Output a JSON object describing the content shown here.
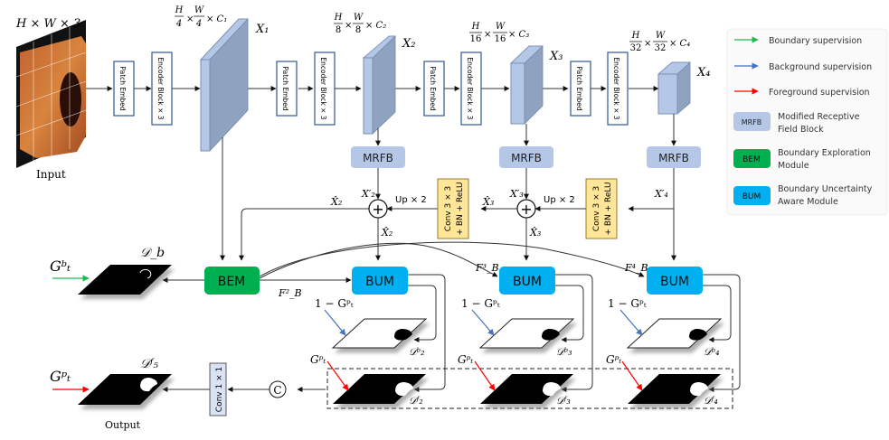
{
  "input": {
    "dims": "H × W × 3",
    "label": "Input"
  },
  "patch_embed_label": "Patch Embed",
  "encoder_label": "Encoder  Block × 3",
  "stages": [
    {
      "name": "X₁",
      "dims": "H/4 × W/4 × C₁"
    },
    {
      "name": "X₂",
      "dims": "H/8 × W/8 × C₂"
    },
    {
      "name": "X₃",
      "dims": "H/16 × W/16 × C₃"
    },
    {
      "name": "X₄",
      "dims": "H/32 × W/32 × C₄"
    }
  ],
  "frac": {
    "s1": {
      "h": "H",
      "w": "W",
      "d": "4",
      "c": "× C₁"
    },
    "s2": {
      "h": "H",
      "w": "W",
      "d": "8",
      "c": "× C₂"
    },
    "s3": {
      "h": "H",
      "w": "W",
      "d": "16",
      "c": "× C₃"
    },
    "s4": {
      "h": "H",
      "w": "W",
      "d": "32",
      "c": "× C₄"
    },
    "x": "×"
  },
  "mrfb_label": "MRFB",
  "conv_label_1": "Conv 3 × 3",
  "conv_label_2": "+ BN + ReLU",
  "up_label": "Up × 2",
  "vars": {
    "x2p": "X′₂",
    "x3p": "X′₃",
    "x4p": "X′₄",
    "x2h": "X̂₂",
    "x3h": "X̂₃",
    "fb2": "F²_B",
    "fb3": "F³_B",
    "fb4": "F⁴_B",
    "one_minus_gtp": "1 − Gᵖₜ",
    "gtp": "Gᵖₜ",
    "gtb": "Gᵇₜ",
    "db": "𝒟_b",
    "d2b": "𝒟ᵇ₂",
    "d3b": "𝒟ᵇ₃",
    "d4b": "𝒟ᵇ₄",
    "d2f": "𝒟ᶠ₂",
    "d3f": "𝒟ᶠ₃",
    "d4f": "𝒟ᶠ₄",
    "d5f": "𝒟ᶠ₅"
  },
  "bem_label": "BEM",
  "bum_label": "BUM",
  "concat_symbol": "C",
  "plus_symbol": "+",
  "conv1x1_label": "Conv 1 × 1",
  "output_label": "Output",
  "legend": {
    "items": [
      {
        "type": "arrow",
        "color": "#1db954",
        "label": "Boundary supervision"
      },
      {
        "type": "arrow",
        "color": "#4472c4",
        "label": "Background supervision"
      },
      {
        "type": "arrow",
        "color": "#ff0000",
        "label": "Foreground supervision"
      },
      {
        "type": "box",
        "color": "#b4c7e7",
        "abbr": "MRFB",
        "label1": "Modified Receptive",
        "label2": "Field Block"
      },
      {
        "type": "box",
        "color": "#00b050",
        "abbr": "BEM",
        "label1": "Boundary Exploration",
        "label2": "Module"
      },
      {
        "type": "box",
        "color": "#00b0f0",
        "abbr": "BUM",
        "label1": "Boundary Uncertainty",
        "label2": "Aware Module"
      }
    ]
  },
  "colors": {
    "mrfb": "#b4c7e7",
    "bem": "#00b050",
    "bum": "#00b0f0",
    "conv": "#ffe699",
    "feature": "#b4c7e7",
    "feature_dark": "#8fa3c1"
  }
}
